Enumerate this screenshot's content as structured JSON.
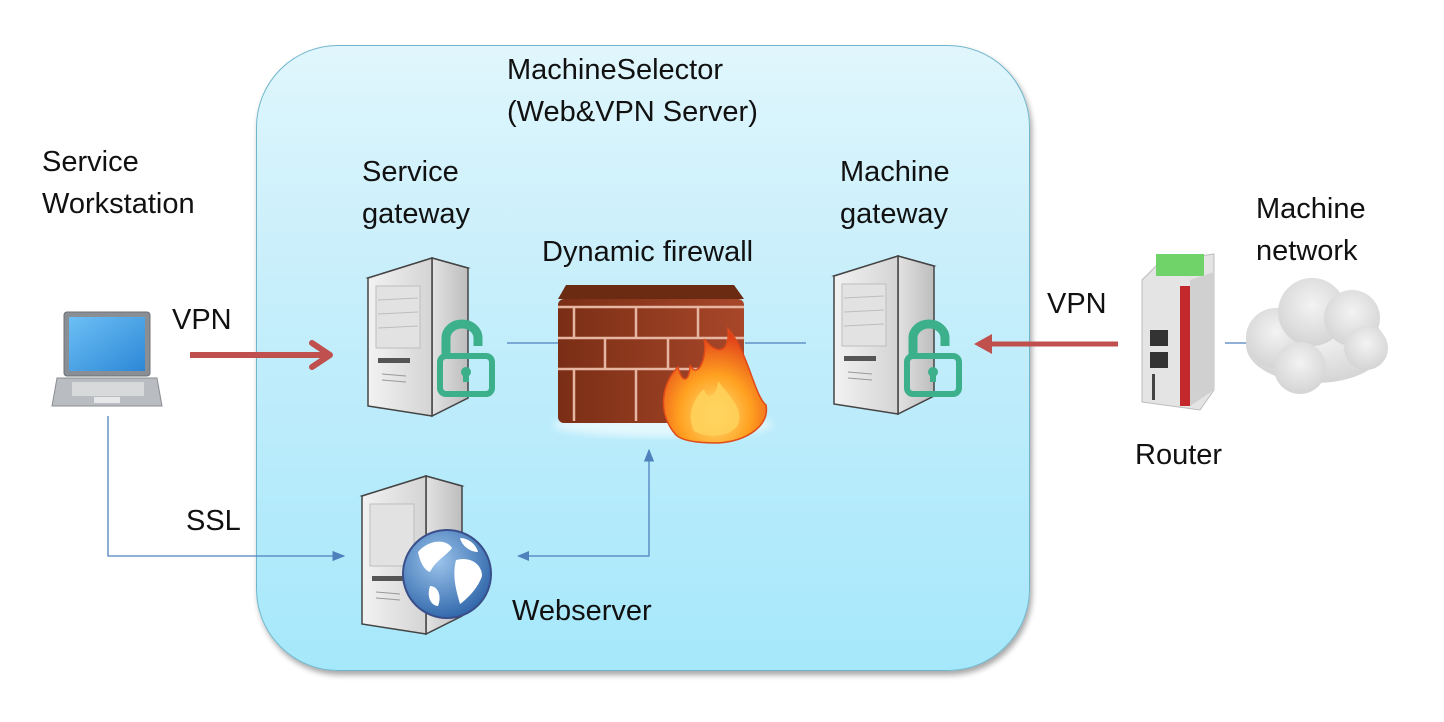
{
  "zone": {
    "title_line1": "MachineSelector",
    "title_line2": "(Web&VPN  Server)"
  },
  "nodes": {
    "service_workstation": {
      "line1": "Service",
      "line2": "Workstation",
      "icon": "laptop-icon"
    },
    "service_gateway": {
      "line1": "Service",
      "line2": "gateway",
      "icon": "server-icon",
      "badge": "padlock-open-icon"
    },
    "dynamic_firewall": {
      "label": "Dynamic firewall",
      "icon": "firewall-icon"
    },
    "machine_gateway": {
      "line1": "Machine",
      "line2": "gateway",
      "icon": "server-icon",
      "badge": "padlock-open-icon"
    },
    "webserver": {
      "label": "Webserver",
      "icon": "web-server-globe-icon"
    },
    "router": {
      "label": "Router",
      "icon": "router-device-icon"
    },
    "machine_network": {
      "line1": "Machine",
      "line2": "network",
      "icon": "cloud-icon"
    }
  },
  "connections": {
    "vpn_left": {
      "label": "VPN",
      "from": "Service Workstation",
      "to": "Service gateway"
    },
    "vpn_right": {
      "label": "VPN",
      "from": "Router",
      "to": "Machine gateway"
    },
    "ssl": {
      "label": "SSL",
      "from": "Service Workstation",
      "to": "Webserver"
    },
    "web_to_firewall": {
      "from": "Webserver",
      "to": "Dynamic firewall"
    }
  },
  "colors": {
    "zone_fill_top": "#e0f6fc",
    "zone_fill_bottom": "#a6e8fb",
    "zone_border": "#6fb6cc",
    "vpn_arrow": "#c0504d",
    "link_line": "#4f81bd",
    "padlock": "#3cb08a",
    "brick": "#8b3a1e"
  }
}
